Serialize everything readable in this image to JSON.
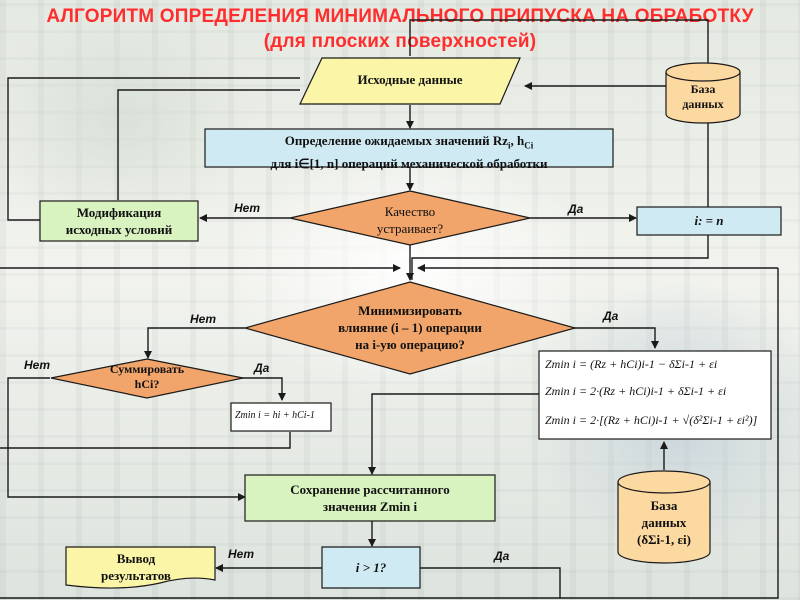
{
  "title": {
    "line1": "АЛГОРИТМ ОПРЕДЕЛЕНИЯ МИНИМАЛЬНОГО ПРИПУСКА НА ОБРАБОТКУ",
    "line2": "(для плоских поверхностей)"
  },
  "nodes": {
    "input_data": "Исходные данные",
    "database_top_line1": "База",
    "database_top_line2": "данных",
    "determination_line1": "Определение ожидаемых значений Rz",
    "determination_sub_i": "i",
    "determination_h": ", h",
    "determination_sub_ci": "Ci",
    "determination_line2": "для i∈[1, n] операций механической обработки",
    "modification_line1": "Модификация",
    "modification_line2": "исходных условий",
    "quality_line1": "Качество",
    "quality_line2": "устраивает?",
    "assign_n": "i: = n",
    "minimize_line1": "Минимизировать",
    "minimize_line2": "влияние (i – 1) операции",
    "minimize_line3": "на i-ую операцию?",
    "sum_line1": "Суммировать",
    "sum_line2": "hCi?",
    "save_line1": "Сохранение рассчитанного",
    "save_line2": "значения Zmin i",
    "database_bottom_line1": "База",
    "database_bottom_line2": "данных",
    "database_bottom_line3": "(δΣi-1, εi)",
    "output_line1": "Вывод",
    "output_line2": "результатов",
    "condition_i": "i > 1?"
  },
  "branch_labels": {
    "quality_no": "Нет",
    "quality_yes": "Да",
    "minimize_no": "Нет",
    "minimize_yes": "Да",
    "sum_no": "Нет",
    "sum_yes": "Да",
    "condition_no": "Нет",
    "condition_yes": "Да"
  },
  "formulas": {
    "f1": "Zmin i = (Rz + hCi)i-1 − δΣi-1 + εi",
    "f2": "Zmin i = 2·(Rz + hCi)i-1 + δΣi-1 + εi",
    "f3": "Zmin i = 2·[(Rz + hCi)i-1 + √(δ²Σi-1 + εi²)]",
    "f_small": "Zmin i = hi + hCi-1"
  },
  "colors": {
    "title": "#ff2d2d",
    "parallelogram_fill": "#fbf5a8",
    "database_fill": "#fdd9a2",
    "process_blue_fill": "#cfeaf3",
    "process_green_fill": "#d8f2c0",
    "decision_fill": "#f2a56b",
    "formula_fill": "#ffffff",
    "line": "#1a1a1a"
  }
}
